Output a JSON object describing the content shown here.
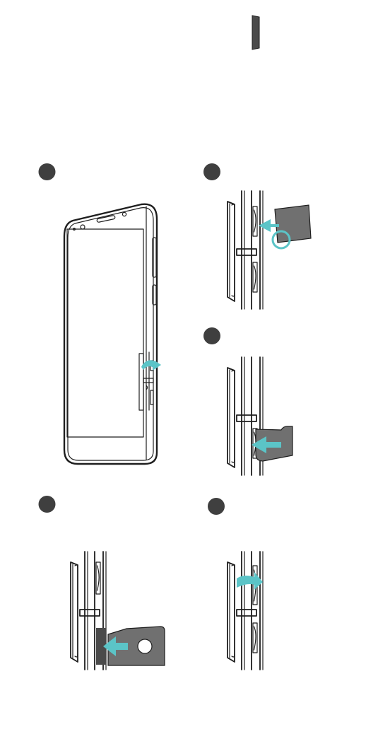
{
  "colors": {
    "accent": "#5bc4c7",
    "step_marker": "#3f3f3f",
    "line": "#1e1e1e",
    "card": "#707070"
  },
  "steps": [
    {
      "label": "step-1",
      "content": "open-slot-cover"
    },
    {
      "label": "step-2",
      "content": "insert-nano-sim"
    },
    {
      "label": "step-3",
      "content": "insert-microsd"
    },
    {
      "label": "step-4",
      "content": "insert-micro-sim"
    },
    {
      "label": "step-5",
      "content": "close-slot-cover"
    }
  ],
  "icons": [
    "step-marker-icon",
    "insert-arrow-icon",
    "open-cover-arrow-icon",
    "close-cover-arrow-icon"
  ]
}
